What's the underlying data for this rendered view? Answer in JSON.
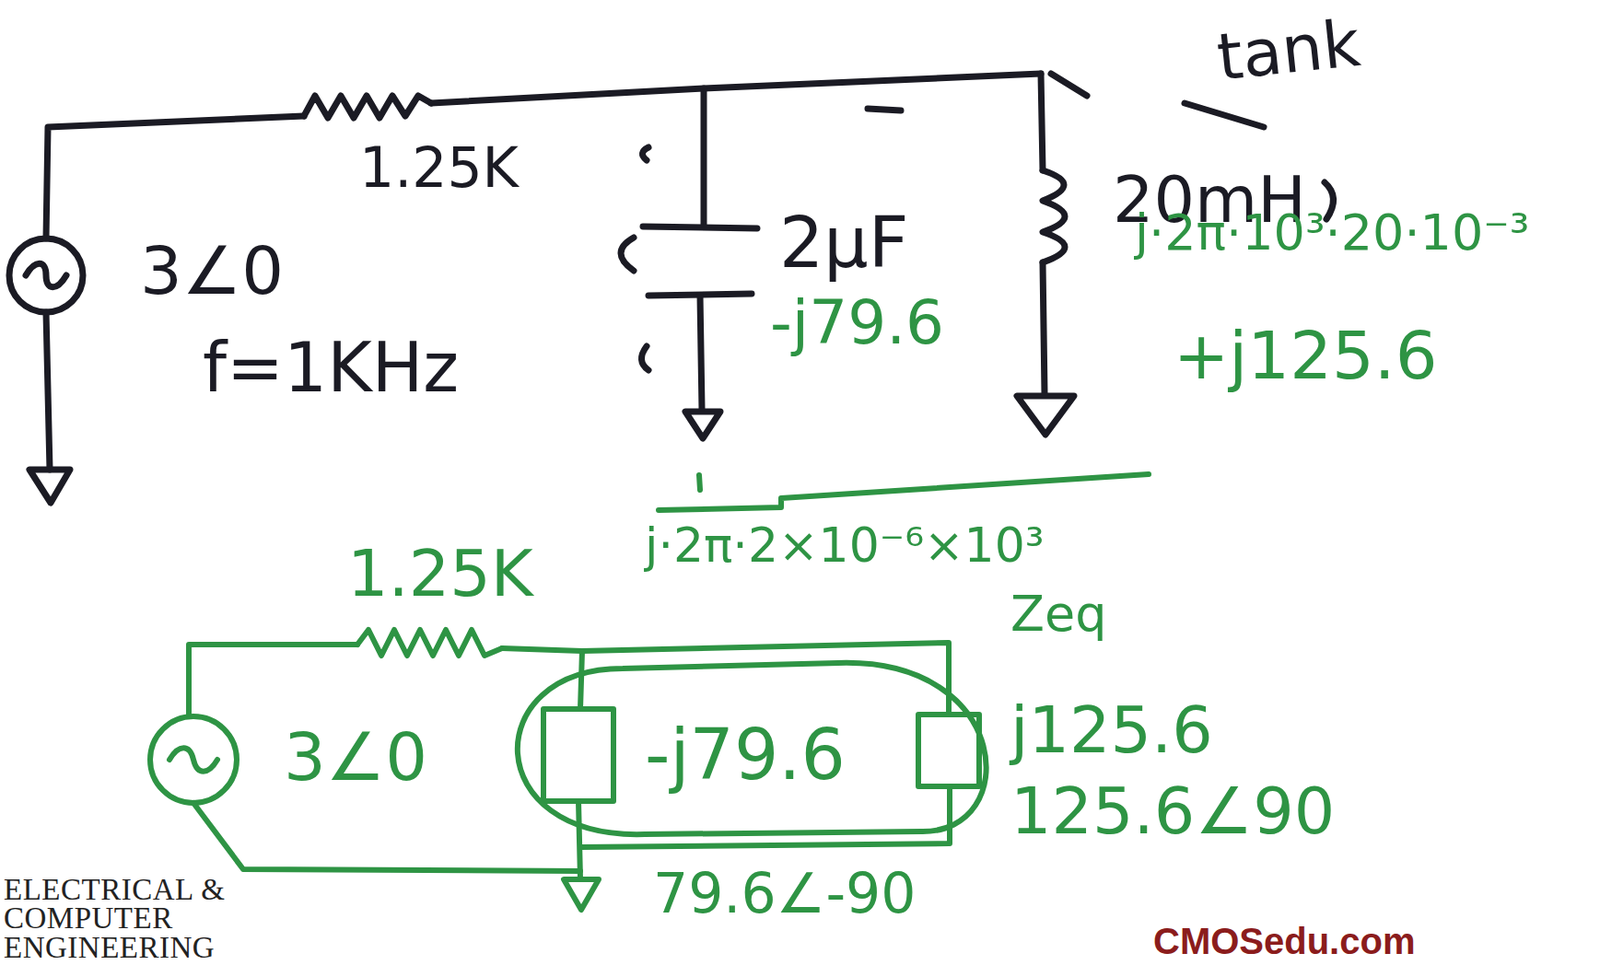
{
  "diagram": {
    "labels": [
      "tank",
      "1.25K",
      "20mH",
      "3∠0",
      "2μF",
      "j·2π·10³·20·10⁻³",
      "-j79.6",
      "f=1KHz",
      "+j125.6",
      "1.25K",
      "j·2π·2×10⁻⁶×10³",
      "Zeq",
      "j125.6",
      "3∠0",
      "-j79.6",
      "125.6∠90",
      "79.6∠-90",
      "ELECTRICAL & COMPUTER ENGINEERING",
      "CMOSedu.com"
    ]
  }
}
